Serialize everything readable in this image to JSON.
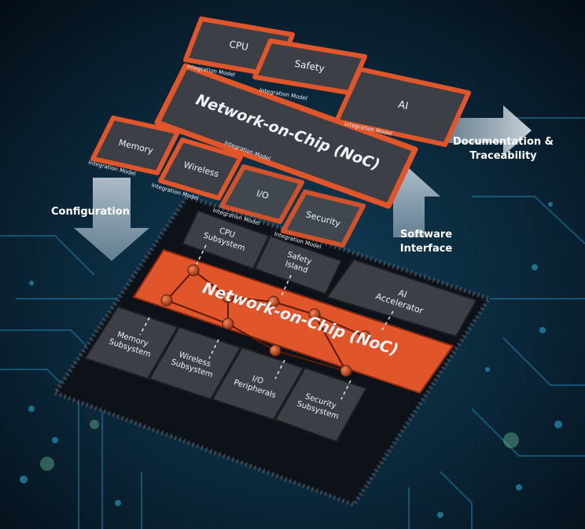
{
  "colors": {
    "accent": "#e0552a",
    "tile": "#3c3f45",
    "board": "#0b2a3d",
    "trace": "#1f7fa6",
    "text": "#eef3f8"
  },
  "integration": {
    "cpu": "CPU",
    "safety": "Safety",
    "ai": "AI",
    "noc": "Network-on-Chip (NoC)",
    "memory": "Memory",
    "wireless": "Wireless",
    "io": "I/O",
    "security": "Security",
    "tag": "Integration Model"
  },
  "chip": {
    "cpu": [
      "CPU",
      "Subsystem"
    ],
    "safety": [
      "Safety",
      "Island"
    ],
    "ai": [
      "AI",
      "Accelerator"
    ],
    "noc": "Network-on-Chip (NoC)",
    "memory": [
      "Memory",
      "Subsystem"
    ],
    "wireless": [
      "Wireless",
      "Subsystem"
    ],
    "io": [
      "I/O",
      "Peripherals"
    ],
    "security": [
      "Security",
      "Subsystem"
    ]
  },
  "labels": {
    "configuration": "Configuration",
    "software": [
      "Software",
      "Interface"
    ],
    "documentation": [
      "Documentation &",
      "Traceability"
    ]
  }
}
